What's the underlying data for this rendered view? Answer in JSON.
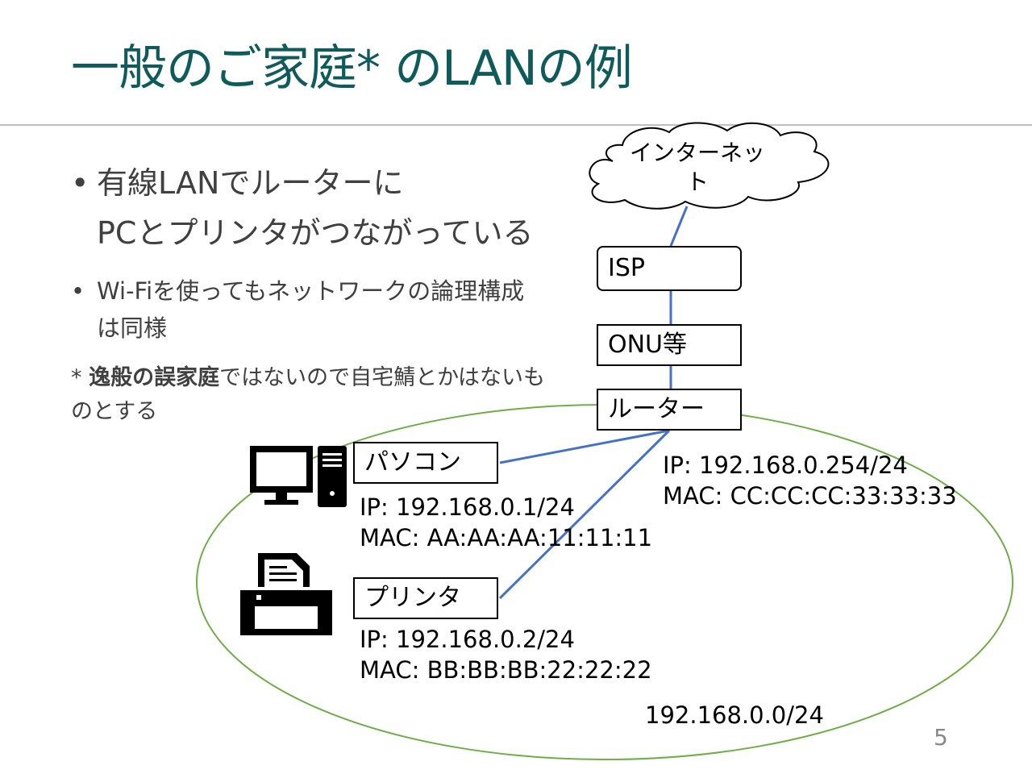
{
  "title": "一般のご家庭* のLANの例",
  "bullets": [
    {
      "line1": "有線LANでルーターに",
      "line2": "PCとプリンタがつながっている"
    },
    {
      "line1": "Wi-Fiを使ってもネットワークの論理構成",
      "line2": "は同様"
    }
  ],
  "bullet_glyph": "•",
  "note": {
    "prefix": "* ",
    "bold": "逸般の誤家庭",
    "rest": "ではないので自宅鯖とかはないも",
    "line2": "のとする"
  },
  "diagram": {
    "cloud_label_line1": "インターネッ",
    "cloud_label_line2": "ト",
    "isp_label": "ISP",
    "onu_label": "ONU等",
    "router_label": "ルーター",
    "router_ip": "IP: 192.168.0.254/24",
    "router_mac": "MAC: CC:CC:CC:33:33:33",
    "pc_label": "パソコン",
    "pc_ip": "IP: 192.168.0.1/24",
    "pc_mac": "MAC: AA:AA:AA:11:11:11",
    "printer_label": "プリンタ",
    "printer_ip": "IP: 192.168.0.2/24",
    "printer_mac": "MAC: BB:BB:BB:22:22:22",
    "subnet_label": "192.168.0.0/24",
    "link_color": "#4472c4",
    "subnet_color": "#70ad47"
  },
  "page_number": "5"
}
